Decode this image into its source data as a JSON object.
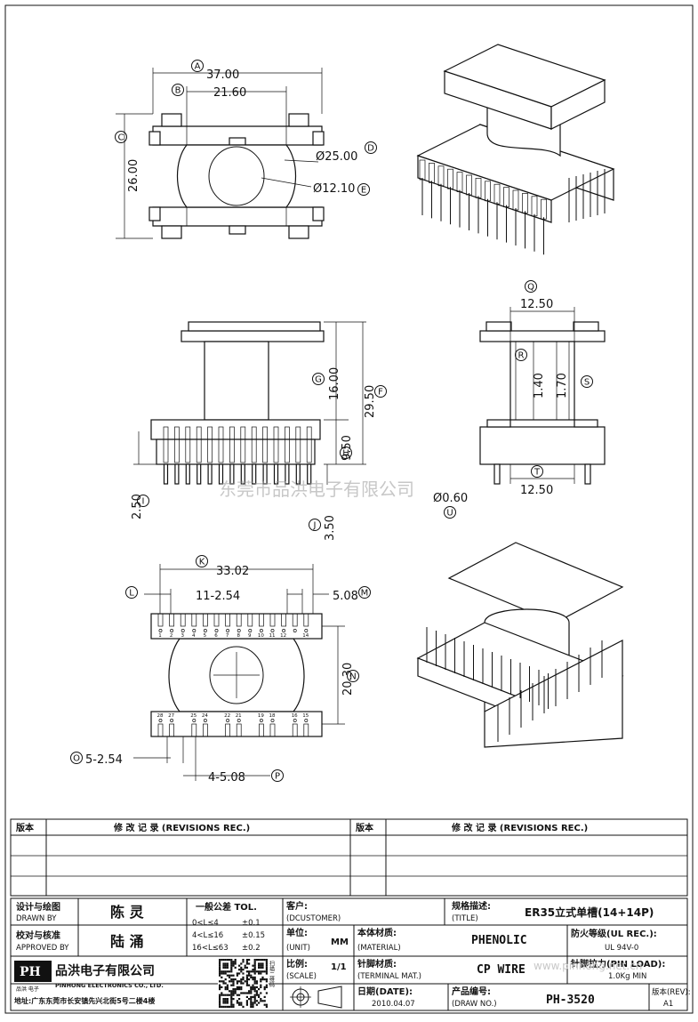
{
  "top_view": {
    "dim_a": "37.00",
    "dim_b": "21.60",
    "dim_c": "26.00",
    "dim_d": "Ø25.00",
    "dim_e": "Ø12.10"
  },
  "side_view": {
    "dim_g": "16.00",
    "dim_f": "29.50",
    "dim_h": "9.50",
    "dim_i": "2.50",
    "dim_j": "3.50"
  },
  "end_view": {
    "dim_q": "12.50",
    "dim_r": "1.40",
    "dim_s": "1.70",
    "dim_t": "12.50",
    "dim_u": "Ø0.60"
  },
  "bottom_view": {
    "dim_k": "33.02",
    "dim_l": "11-2.54",
    "dim_m": "5.08",
    "dim_n": "20.30",
    "dim_o": "5-2.54",
    "dim_p": "4-5.08",
    "pins_top": [
      "1",
      "2",
      "3",
      "4",
      "5",
      "6",
      "7",
      "8",
      "9",
      "10",
      "11",
      "12",
      "14"
    ],
    "pins_bottom": [
      "28",
      "27",
      "25",
      "24",
      "22",
      "21",
      "19",
      "18",
      "16",
      "15"
    ]
  },
  "circle_labels": {
    "a": "A",
    "b": "B",
    "c": "C",
    "d": "D",
    "e": "E",
    "f": "F",
    "g": "G",
    "h": "H",
    "i": "I",
    "j": "J",
    "k": "K",
    "l": "L",
    "m": "M",
    "n": "N",
    "o": "O",
    "p": "P",
    "q": "Q",
    "r": "R",
    "s": "S",
    "t": "T",
    "u": "U"
  },
  "watermark": "东莞市品洪电子有限公司",
  "revisions": {
    "col1": "版本",
    "col2": "修 改 记 录 (REVISIONS REC.)",
    "col3": "版本",
    "col4": "修 改 记 录 (REVISIONS REC.)"
  },
  "title_block": {
    "drawn_label": "设计与绘图",
    "drawn_label_en": "DRAWN BY",
    "drawn_value": "陈 灵",
    "approved_label": "校对与核准",
    "approved_label_en": "APPROVED BY",
    "approved_value": "陆 涌",
    "tol_title": "一般公差 TOL.",
    "tol_rows": [
      {
        "range": "0<L≤4",
        "value": "±0.1"
      },
      {
        "range": "4<L≤16",
        "value": "±0.15"
      },
      {
        "range": "16<L≤63",
        "value": "±0.2"
      }
    ],
    "customer_label": "客户:",
    "customer_label_en": "(DCUSTOMER)",
    "title_label": "规格描述:",
    "title_label_en": "(TITLE)",
    "title_value": "ER35立式单槽(14+14P)",
    "unit_label": "单位:",
    "unit_label_en": "(UNIT)",
    "unit_value": "MM",
    "material_label": "本体材质:",
    "material_label_en": "(MATERIAL)",
    "material_value": "PHENOLIC",
    "ul_label": "防火等级(UL REC.):",
    "ul_value": "UL 94V-0",
    "scale_label": "比例:",
    "scale_label_en": "(SCALE)",
    "scale_value": "1/1",
    "terminal_label": "针脚材质:",
    "terminal_label_en": "(TERMINAL MAT.)",
    "terminal_value": "CP WIRE",
    "pinload_label": "针脚拉力(PIN LOAD):",
    "pinload_value": "1.0Kg MIN",
    "date_label": "日期(DATE):",
    "date_value": "2010.04.07",
    "drawno_label": "产品编号:",
    "drawno_label_en": "(DRAW NO.)",
    "drawno_value": "PH-3520",
    "rev_label": "版本(REV):",
    "rev_value": "A1",
    "company_cn": "品洪电子有限公司",
    "company_en": "PINHONG ELECTRONICS CO., LTD.",
    "logo_text": "PH",
    "logo_sub": "品洪 电子",
    "address": "地址:广东东莞市长安镇先兴北街5号二楼4楼",
    "qr_caption": "扫描二维码",
    "corner_watermark": "www.pinhong.net.cn"
  }
}
